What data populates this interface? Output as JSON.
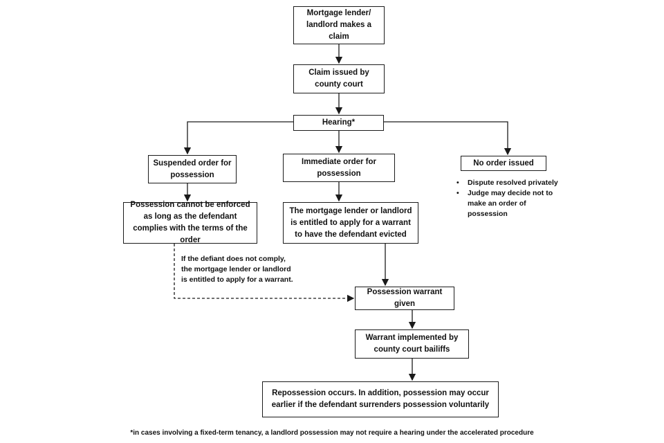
{
  "nodes": {
    "claim": "Mortgage lender/ landlord makes a claim",
    "issued": "Claim issued by county court",
    "hearing": "Hearing*",
    "suspended": "Suspended order for possession",
    "immediate": "Immediate order for possession",
    "no_order": "No order issued",
    "cannot_enforce": "Possession cannot be enforced as long as the defendant complies with the terms of the order",
    "entitled": "The mortgage lender or landlord is entitled to apply for a warrant to have the defendant evicted",
    "warrant_given": "Possession warrant given",
    "implemented": "Warrant implemented by county court bailiffs",
    "repossession": "Repossession occurs. In addition, possession may occur earlier if the defendant surrenders possession voluntarily"
  },
  "no_order_bullets": [
    "Dispute resolved privately",
    "Judge may decide not to make an order of possession"
  ],
  "dashed_note": "If the defiant does not comply, the mortgage lender or landlord is entitled to apply for a warrant.",
  "footnote": "*in cases involving a fixed-term tenancy, a landlord possession may not require a hearing under the accelerated procedure"
}
